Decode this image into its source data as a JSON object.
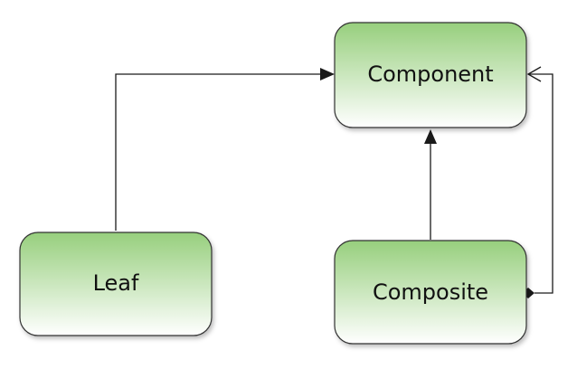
{
  "nodes": {
    "component": {
      "label": "Component"
    },
    "leaf": {
      "label": "Leaf"
    },
    "composite": {
      "label": "Composite"
    }
  },
  "colors": {
    "node_top": "#97cf7d",
    "node_bottom": "#ffffff",
    "node_border": "#333333",
    "edge": "#1a1a1a"
  }
}
